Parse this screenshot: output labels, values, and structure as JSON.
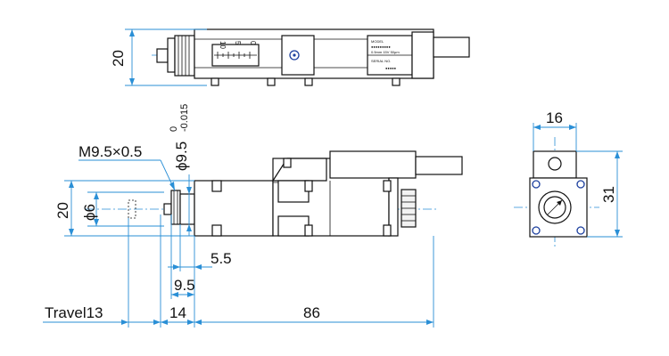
{
  "dimensions": {
    "top_height": "20",
    "front_height": "20",
    "phi_small": "ϕ6",
    "phi_main_base": "ϕ9.5",
    "phi_main_upper": "0",
    "phi_main_lower": "-0.015",
    "thread": "M9.5×0.5",
    "d_5_5": "5.5",
    "d_9_5": "9.5",
    "travel": "Travel13",
    "d_14": "14",
    "d_86": "86",
    "side_width": "16",
    "side_height": "31"
  },
  "scale_labels": [
    "10",
    "5",
    "0"
  ],
  "nameplate": {
    "model_heading": "MODEL",
    "model_value": "●●●●●●●●●",
    "spec_line": "0.5mm  15V  50μm",
    "serial_heading": "SERIAL NO.",
    "serial_value": "●●●●●"
  },
  "colors": {
    "dimension_line": "#2a8fd6",
    "outline": "#111111",
    "screw": "#1c3f9e"
  }
}
